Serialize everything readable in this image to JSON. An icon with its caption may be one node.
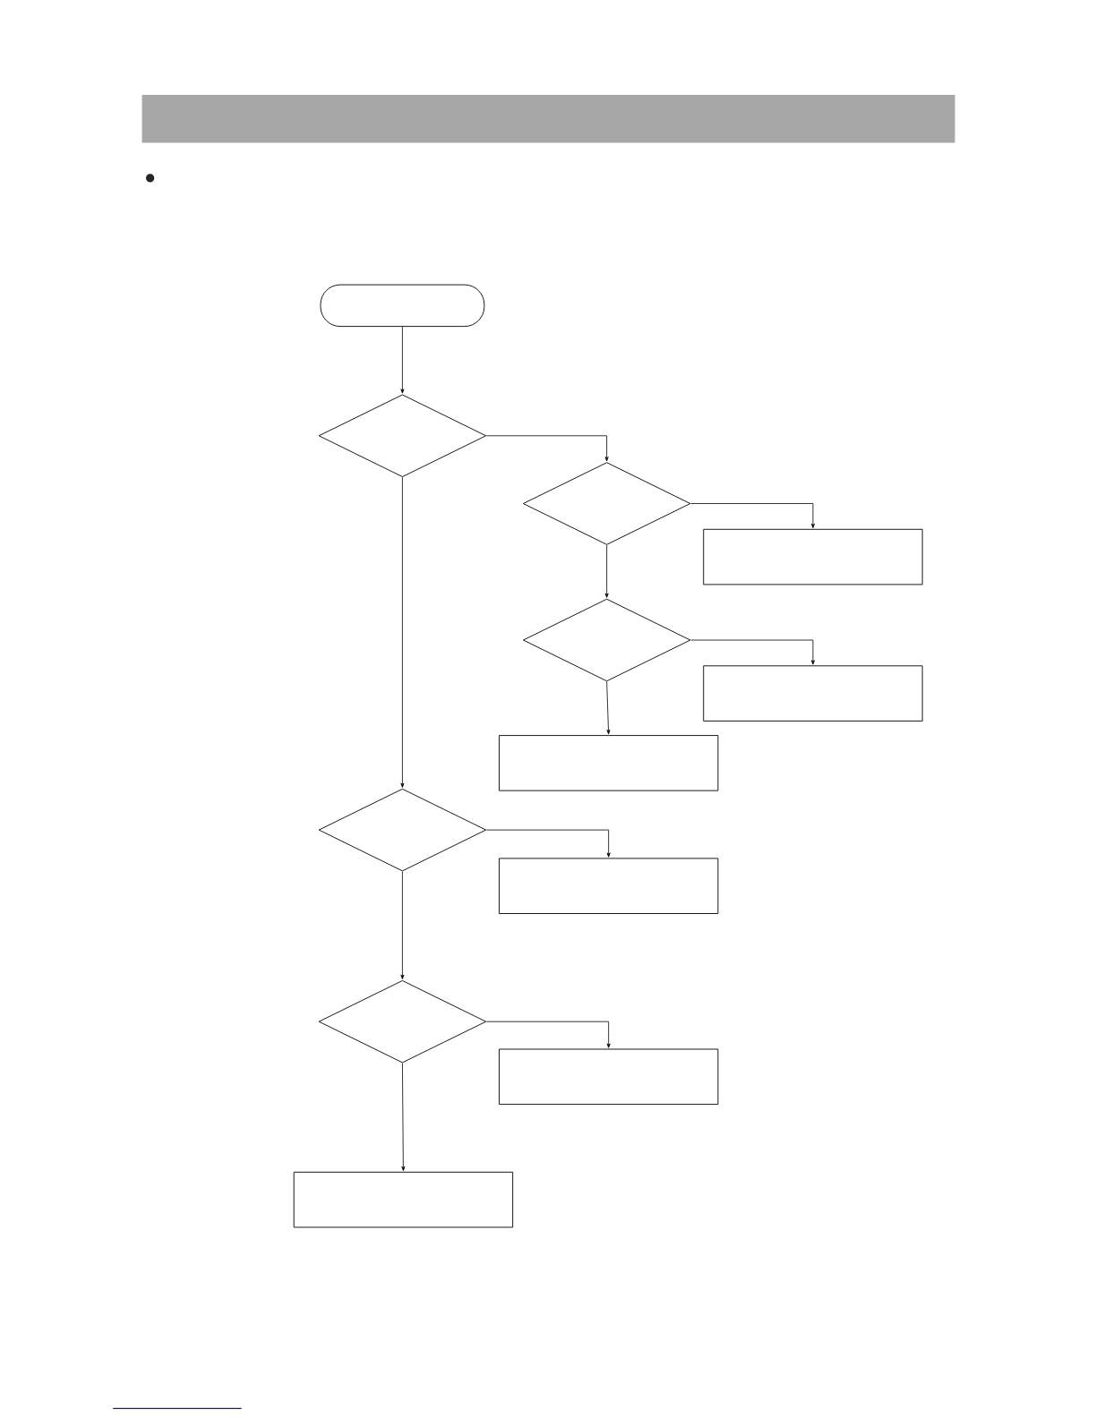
{
  "diagram": {
    "nodes": [
      {
        "text": [],
        "shape": "pill"
      },
      {
        "text": [],
        "shape": "diamond"
      },
      {
        "text": [],
        "shape": "diamond"
      },
      {
        "text": [],
        "shape": "box"
      },
      {
        "text": [],
        "shape": "diamond"
      },
      {
        "text": [],
        "shape": "box"
      },
      {
        "text": [],
        "shape": "box"
      },
      {
        "text": [],
        "shape": "diamond"
      },
      {
        "text": [],
        "shape": "box"
      },
      {
        "text": [],
        "shape": "diamond"
      },
      {
        "text": [],
        "shape": "box"
      },
      {
        "text": [],
        "shape": "box"
      }
    ],
    "edges": [
      {
        "from": 0,
        "to": 1,
        "arrow": "to"
      },
      {
        "from": 1,
        "to": 2,
        "arrow": "to"
      },
      {
        "from": 2,
        "to": 3,
        "arrow": "to"
      },
      {
        "from": 2,
        "to": 4,
        "arrow": "to"
      },
      {
        "from": 4,
        "to": 5,
        "arrow": "to"
      },
      {
        "from": 4,
        "to": 6,
        "arrow": "to"
      },
      {
        "from": 1,
        "to": 7,
        "arrow": "to"
      },
      {
        "from": 7,
        "to": 8,
        "arrow": "to"
      },
      {
        "from": 7,
        "to": 9,
        "arrow": "to"
      },
      {
        "from": 9,
        "to": 10,
        "arrow": "to"
      },
      {
        "from": 9,
        "to": 11,
        "arrow": "to"
      }
    ]
  }
}
